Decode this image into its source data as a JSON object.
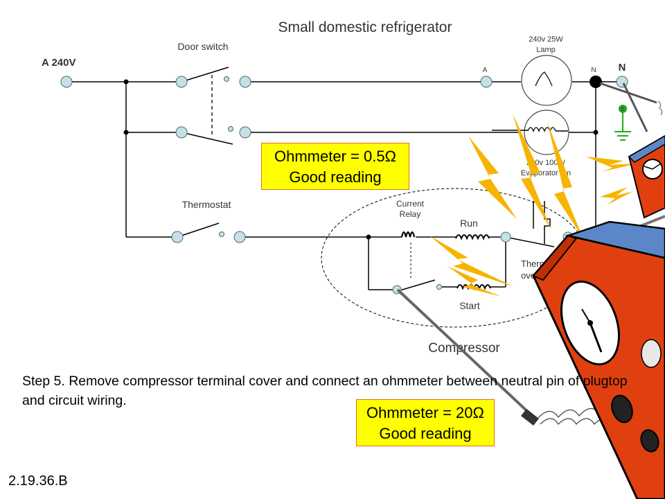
{
  "title": "Small domestic refrigerator",
  "labels": {
    "supply": "A 240V",
    "neutral": "N",
    "door_switch": "Door switch",
    "thermostat": "Thermostat",
    "lamp_rating": "240v 25W",
    "lamp": "Lamp",
    "fan_rating": "240v 100W",
    "fan": "Evaporator fan",
    "lamp_a": "A",
    "lamp_n": "N",
    "earth": "E",
    "current_relay_1": "Current",
    "current_relay_2": "Relay",
    "run": "Run",
    "start": "Start",
    "thermal_overload_1": "Thermal",
    "thermal_overload_2": "overload",
    "compressor": "Compressor"
  },
  "callouts": [
    {
      "line1": "Ohmmeter = 0.5Ω",
      "line2": "Good reading"
    },
    {
      "line1": "Ohmmeter = 20Ω",
      "line2": "Good reading"
    }
  ],
  "step_text": "Step 5. Remove compressor terminal cover and connect an ohmmeter between neutral pin of plugtop and circuit wiring.",
  "slide_id": "2.19.36.B",
  "colors": {
    "callout_fill": "#ffff00",
    "callout_border": "#e07020",
    "meter_body": "#e04010",
    "meter_face": "#5b87c8",
    "lightning": "#f6b400",
    "terminal": "#c6e0e6",
    "earth": "#22aa22"
  }
}
